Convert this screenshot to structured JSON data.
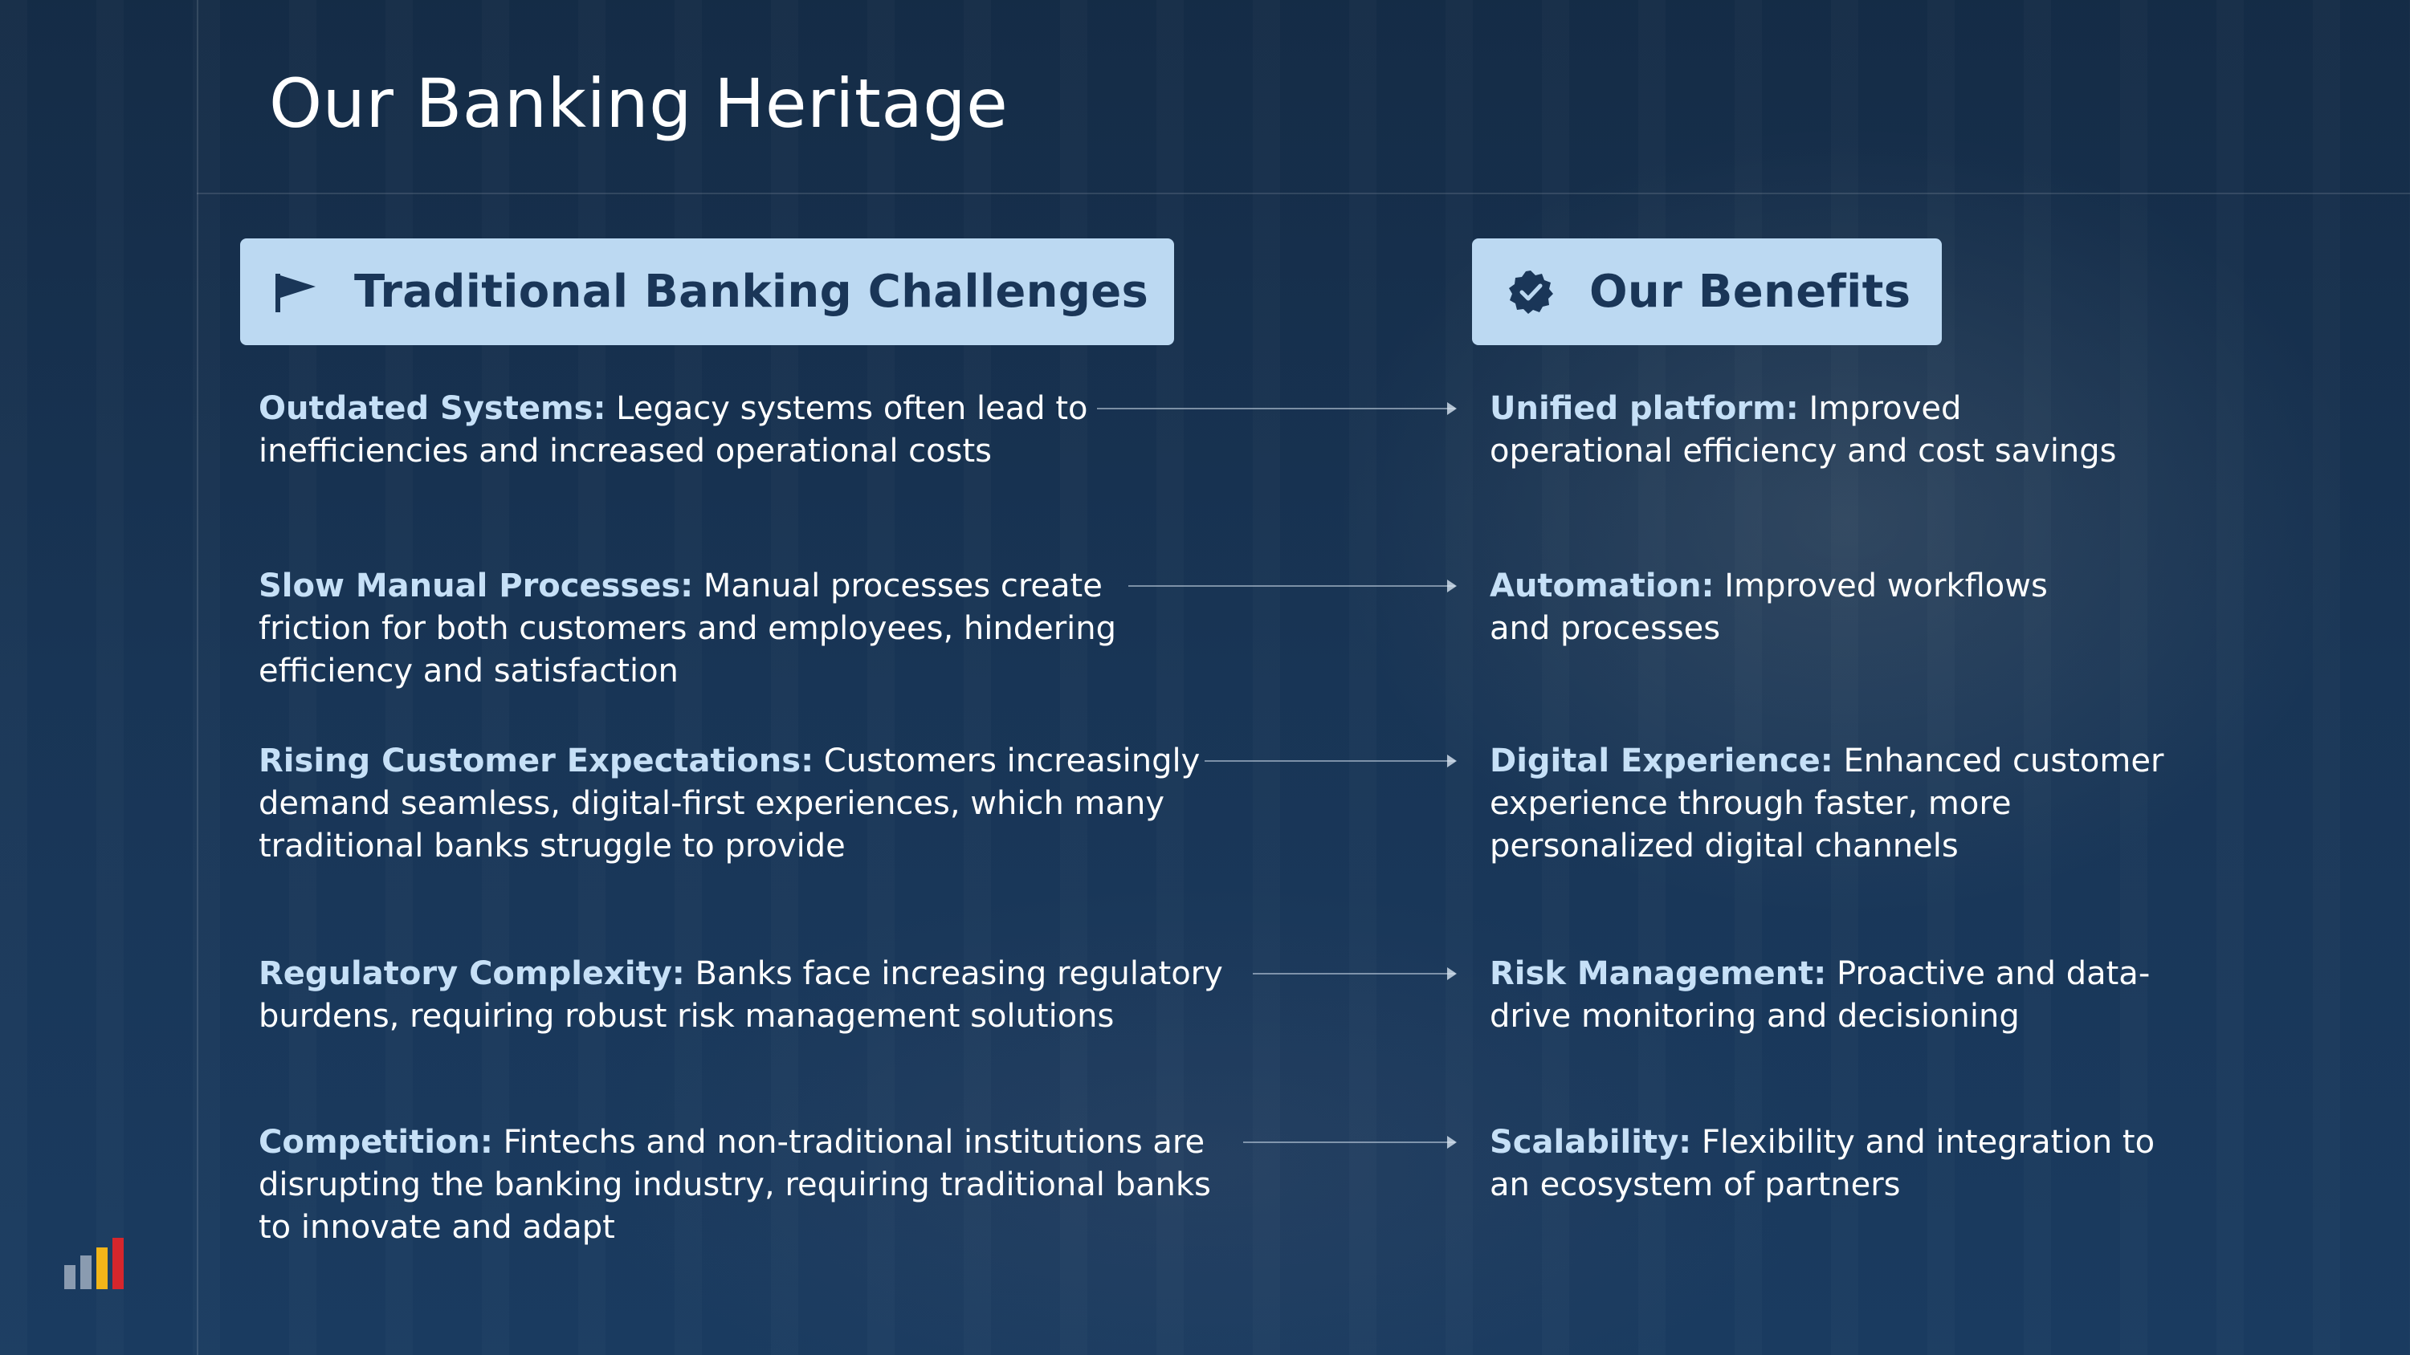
{
  "slide": {
    "title": "Our Banking Heritage"
  },
  "challenges_header": {
    "label": "Traditional Banking Challenges",
    "icon": "flag-icon"
  },
  "benefits_header": {
    "label": "Our Benefits",
    "icon": "verified-badge-icon"
  },
  "colors": {
    "background": "#1b3a5d",
    "header_box": "#bcd9f2",
    "header_text": "#1a3658",
    "term_text": "#c6e0f7",
    "logo_gray": "#8a9bb0",
    "logo_yellow": "#f2b519",
    "logo_red": "#d6262c"
  },
  "rows": [
    {
      "challenge": {
        "term": "Outdated Systems:",
        "lines": [
          " Legacy systems often lead to",
          "inefficiencies and increased operational costs"
        ]
      },
      "benefit": {
        "term": "Unified platform:",
        "lines": [
          " Improved",
          "operational efficiency and cost savings"
        ]
      }
    },
    {
      "challenge": {
        "term": "Slow Manual Processes:",
        "lines": [
          " Manual processes create",
          "friction for both customers and employees, hindering",
          "efficiency and satisfaction"
        ]
      },
      "benefit": {
        "term": "Automation:",
        "lines": [
          " Improved workflows",
          "and processes"
        ]
      }
    },
    {
      "challenge": {
        "term": "Rising Customer Expectations:",
        "lines": [
          " Customers increasingly",
          "demand seamless, digital-first experiences, which many",
          "traditional banks struggle to provide"
        ]
      },
      "benefit": {
        "term": "Digital Experience:",
        "lines": [
          " Enhanced customer",
          "experience through faster, more",
          "personalized digital channels"
        ]
      }
    },
    {
      "challenge": {
        "term": "Regulatory Complexity:",
        "lines": [
          " Banks face increasing regulatory",
          "burdens, requiring robust risk management solutions"
        ]
      },
      "benefit": {
        "term": "Risk Management:",
        "lines": [
          " Proactive and data-",
          "drive monitoring and decisioning"
        ]
      }
    },
    {
      "challenge": {
        "term": "Competition:",
        "lines": [
          " Fintechs and non-traditional institutions are",
          "disrupting the banking industry, requiring traditional banks",
          "to innovate and adapt"
        ]
      },
      "benefit": {
        "term": "Scalability:",
        "lines": [
          " Flexibility and integration to",
          "an ecosystem of partners"
        ]
      }
    }
  ]
}
